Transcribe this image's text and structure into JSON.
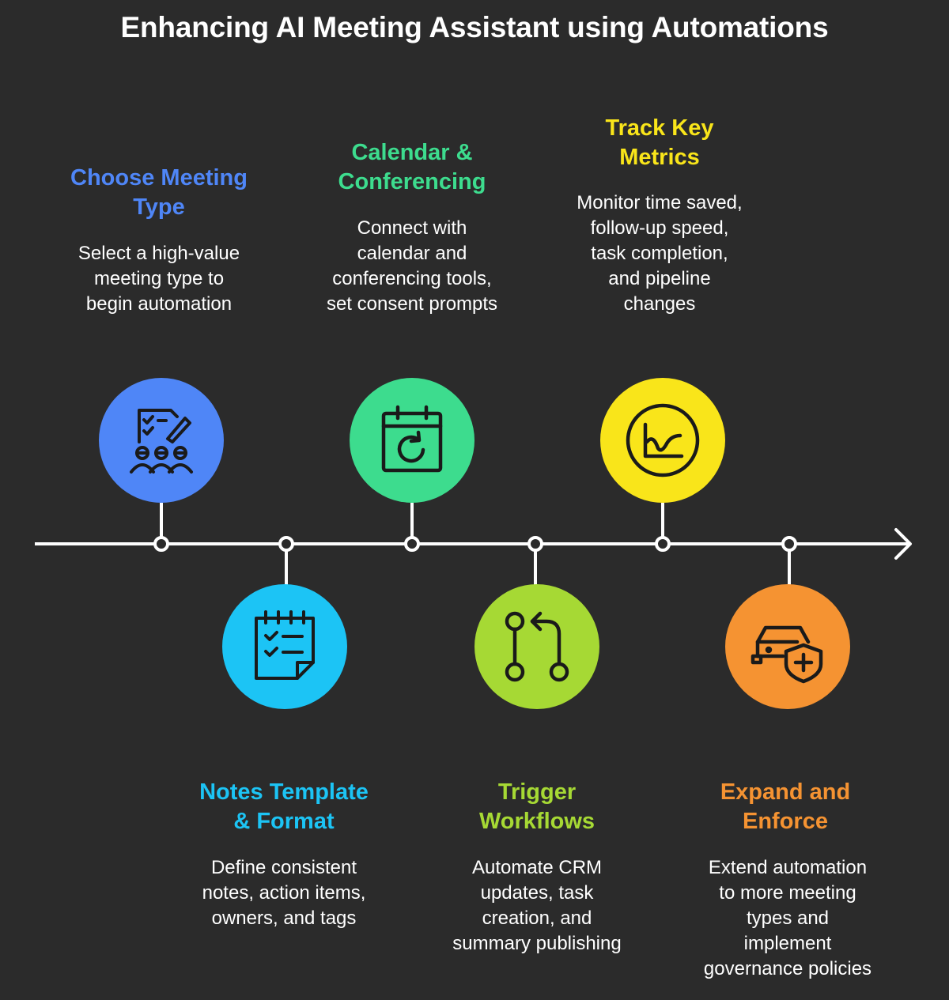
{
  "title": "Enhancing AI Meeting Assistant using Automations",
  "steps": [
    {
      "title_line1": "Choose Meeting",
      "title_line2": "Type",
      "desc": [
        "Select a high-value",
        "meeting type to",
        "begin automation"
      ],
      "color": "#4f86f7",
      "icon": "meeting-checklist-icon"
    },
    {
      "title_line1": "Notes Template",
      "title_line2": "& Format",
      "desc": [
        "Define consistent",
        "notes, action items,",
        "owners, and tags"
      ],
      "color": "#1cc4f5",
      "icon": "notepad-checklist-icon"
    },
    {
      "title_line1": "Calendar &",
      "title_line2": "Conferencing",
      "desc": [
        "Connect with",
        "calendar and",
        "conferencing tools,",
        "set consent prompts"
      ],
      "color": "#3ddc8e",
      "icon": "calendar-sync-icon"
    },
    {
      "title_line1": "Trigger",
      "title_line2": "Workflows",
      "desc": [
        "Automate CRM",
        "updates, task",
        "creation, and",
        "summary publishing"
      ],
      "color": "#a6d934",
      "icon": "workflow-branch-icon"
    },
    {
      "title_line1": "Track Key",
      "title_line2": "Metrics",
      "desc": [
        "Monitor time saved,",
        "follow-up speed,",
        "task completion,",
        "and pipeline",
        "changes"
      ],
      "color": "#f9e51a",
      "icon": "chart-line-icon"
    },
    {
      "title_line1": "Expand and",
      "title_line2": "Enforce",
      "desc": [
        "Extend automation",
        "to more meeting",
        "types and",
        "implement",
        "governance policies"
      ],
      "color": "#f59332",
      "icon": "car-shield-icon"
    }
  ]
}
